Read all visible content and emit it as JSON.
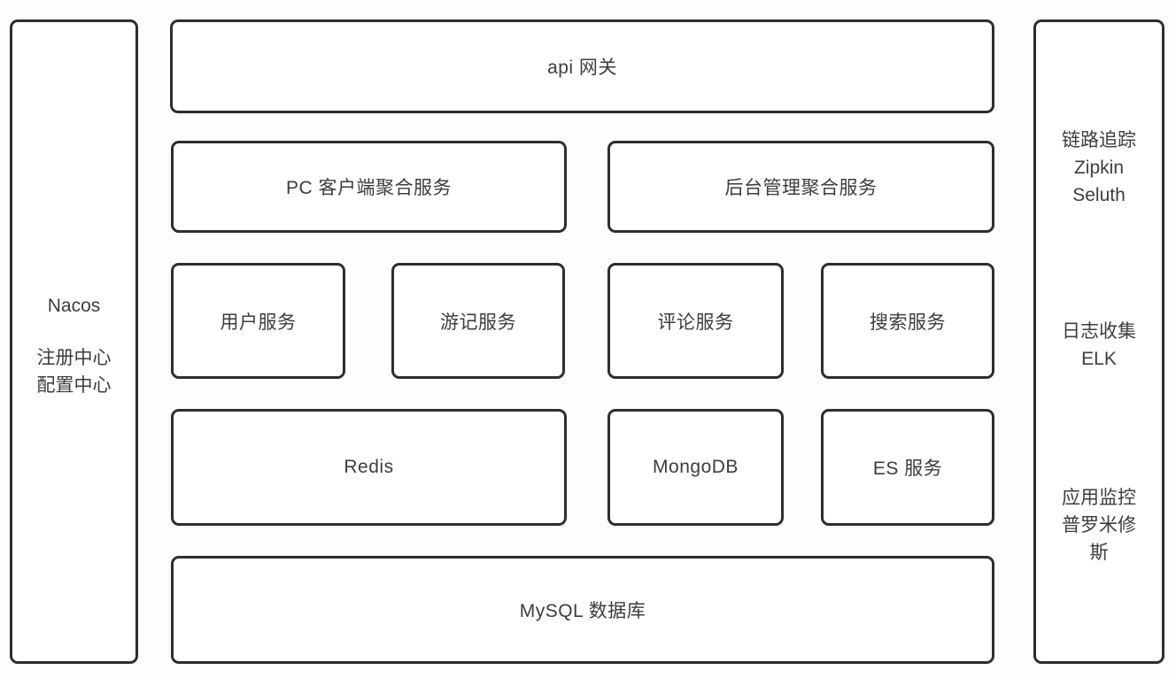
{
  "colors": {
    "background": "#fdfdfd",
    "box_border": "#2e2e2e",
    "box_fill": "#ffffff",
    "text": "#3d3d3d"
  },
  "left_panel": {
    "title": "Nacos",
    "line1": "注册中心",
    "line2": "配置中心"
  },
  "right_panel": {
    "tracing": {
      "line1": "链路追踪",
      "line2": "Zipkin",
      "line3": "Seluth"
    },
    "logging": {
      "line1": "日志收集",
      "line2": "ELK"
    },
    "monitoring": {
      "line1": "应用监控",
      "line2": "普罗米修斯"
    }
  },
  "gateway": {
    "label": "api 网关"
  },
  "aggregation_services": [
    {
      "label": "PC 客户端聚合服务"
    },
    {
      "label": "后台管理聚合服务"
    }
  ],
  "micro_services": [
    {
      "label": "用户服务"
    },
    {
      "label": "游记服务"
    },
    {
      "label": "评论服务"
    },
    {
      "label": "搜索服务"
    }
  ],
  "data_layer": [
    {
      "label": "Redis"
    },
    {
      "label": "MongoDB"
    },
    {
      "label": "ES 服务"
    }
  ],
  "database": {
    "label": "MySQL 数据库"
  }
}
